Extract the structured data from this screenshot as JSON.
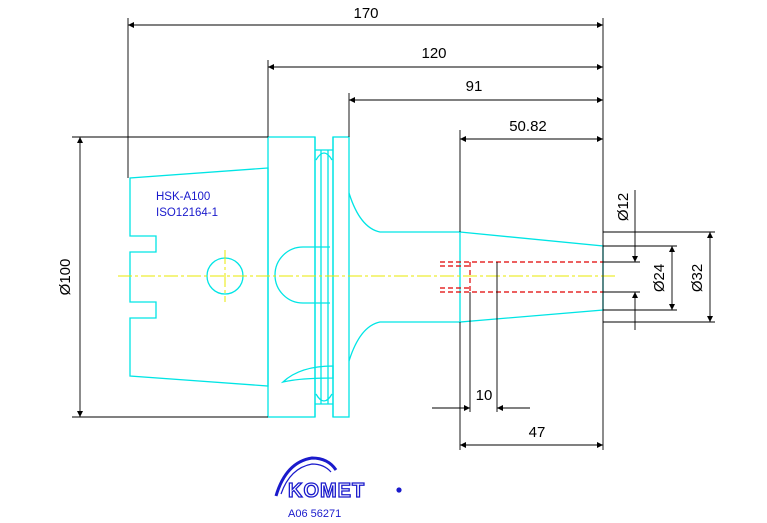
{
  "drawing": {
    "dimensions": {
      "total_length": "170",
      "length_120": "120",
      "length_91": "91",
      "length_50_82": "50.82",
      "length_47": "47",
      "length_10": "10",
      "dia_100": "Ø100",
      "dia_12": "Ø12",
      "dia_24": "Ø24",
      "dia_32": "Ø32"
    },
    "spec_line_1": "HSK-A100",
    "spec_line_2": "ISO12164-1",
    "logo_text": "KOMET",
    "part_number": "A06 56271",
    "colors": {
      "outline": "#00e5e5",
      "centerline": "#e8e800",
      "hidden": "#e00000",
      "dimension": "#000000",
      "text_blue": "#1a1acc"
    }
  }
}
